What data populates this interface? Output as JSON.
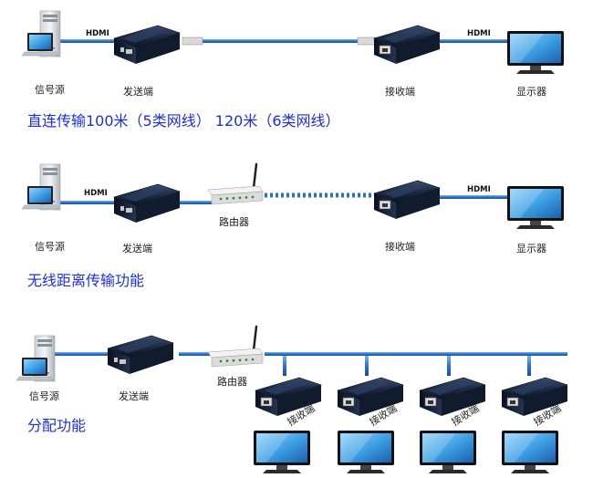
{
  "row1": {
    "source_label": "信号源",
    "sender_label": "发送端",
    "receiver_label": "接收端",
    "display_label": "显示器",
    "hdmi_left": "HDMI",
    "hdmi_right": "HDMI",
    "title": "直连传输100米（5类网线） 120米（6类网线）"
  },
  "row2": {
    "source_label": "信号源",
    "sender_label": "发送端",
    "router_label": "路由器",
    "receiver_label": "接收端",
    "display_label": "显示器",
    "hdmi_left": "HDMI",
    "hdmi_right": "HDMI",
    "title": "无线距离传输功能"
  },
  "row3": {
    "source_label": "信号源",
    "sender_label": "发送端",
    "router_label": "路由器",
    "receiver_labels": [
      "接收端",
      "接收端",
      "接收端",
      "接收端"
    ],
    "title": "分配功能"
  },
  "colors": {
    "title_blue": "#1b2fe0",
    "cable_blue": "#3a7fd0",
    "device_dark": "#1d2b44",
    "screen_blue": "#3a9ce0"
  },
  "icons": [
    "pc-tower-icon",
    "laptop-icon",
    "extender-box-icon",
    "monitor-icon",
    "router-icon"
  ]
}
